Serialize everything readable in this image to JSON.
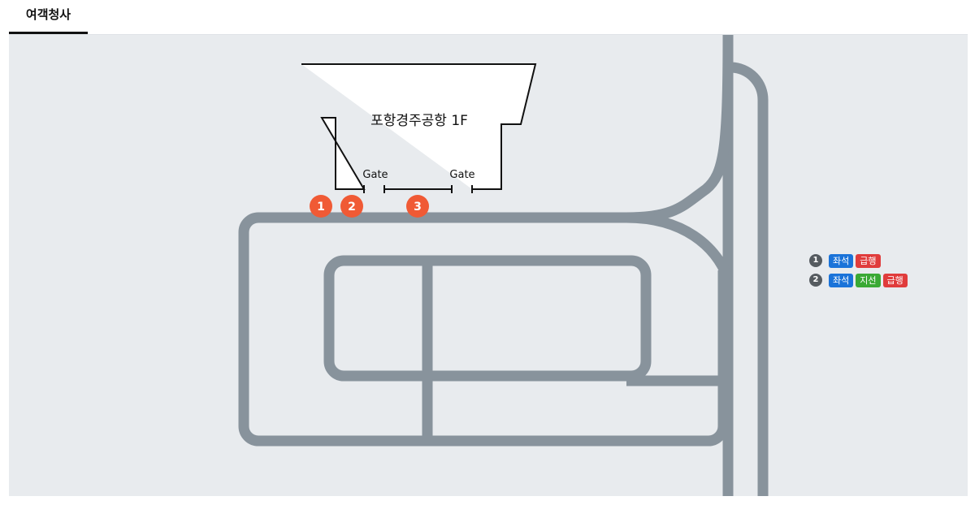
{
  "tabs": [
    {
      "label": "여객청사"
    }
  ],
  "terminal": {
    "title": "포항경주공항 1F",
    "gates": [
      "Gate",
      "Gate"
    ]
  },
  "stops": [
    {
      "label": "1"
    },
    {
      "label": "2"
    },
    {
      "label": "3"
    }
  ],
  "legend": [
    {
      "number": "1",
      "badges": [
        {
          "label": "좌석",
          "color": "#1a73d9"
        },
        {
          "label": "급행",
          "color": "#e03c3c"
        }
      ]
    },
    {
      "number": "2",
      "badges": [
        {
          "label": "좌석",
          "color": "#1a73d9"
        },
        {
          "label": "지선",
          "color": "#3aa935"
        },
        {
          "label": "급행",
          "color": "#e03c3c"
        }
      ]
    }
  ],
  "colors": {
    "road": "#88939c",
    "stop": "#f05a35",
    "map_bg": "#e8ebee"
  }
}
